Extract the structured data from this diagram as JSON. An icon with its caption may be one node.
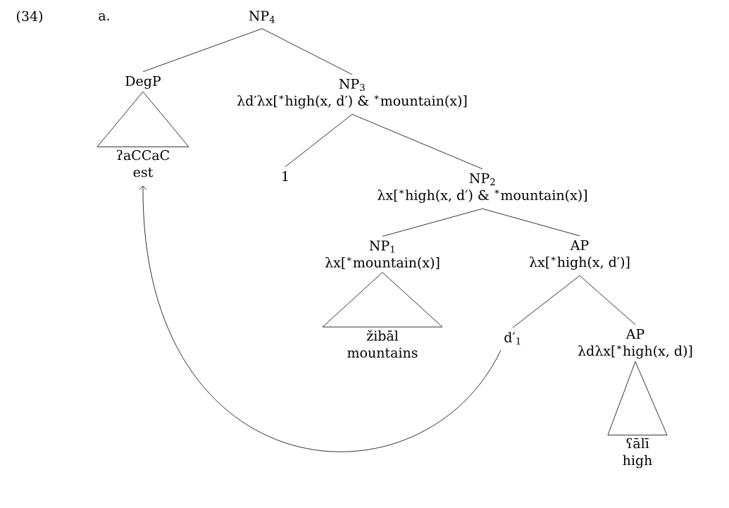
{
  "diagram": {
    "nodes": [
      {
        "text": [
          "NP$_{4}$"
        ]
      },
      {
        "text": [
          "DegP"
        ]
      },
      {
        "text": [
          "NP$_{3}$",
          "λd′λx[$^{∗}$high(x, d′) & $^{∗}$mountain(x)]"
        ]
      },
      {
        "text": [
          "ʔaCCaC",
          "est"
        ]
      },
      {
        "text": [
          "1"
        ]
      },
      {
        "text": [
          "NP$_{2}$",
          "λx[$^{∗}$high(x, d′) & $^{∗}$mountain(x)]"
        ]
      },
      {
        "text": [
          "NP$_{1}$",
          "λx[$^{∗}$mountain(x)]"
        ]
      },
      {
        "text": [
          "AP",
          "λx[$^{∗}$high(x, d′)]"
        ]
      },
      {
        "text": [
          "žibāl",
          "mountains"
        ]
      },
      {
        "text": [
          "d′$_{1}$"
        ]
      },
      {
        "text": [
          "AP",
          "λdλx[$^{∗}$high(x, d)]"
        ]
      },
      {
        "text": [
          "ʕālī",
          "high"
        ]
      }
    ],
    "edges": [
      {
        "from": 0,
        "to": 1,
        "arrow": "none"
      },
      {
        "from": 0,
        "to": 2,
        "arrow": "none"
      },
      {
        "from": 1,
        "to": 3,
        "arrow": "none"
      },
      {
        "from": 2,
        "to": 4,
        "arrow": "none"
      },
      {
        "from": 2,
        "to": 5,
        "arrow": "none"
      },
      {
        "from": 5,
        "to": 6,
        "arrow": "none"
      },
      {
        "from": 5,
        "to": 7,
        "arrow": "none"
      },
      {
        "from": 6,
        "to": 8,
        "arrow": "none"
      },
      {
        "from": 7,
        "to": 9,
        "arrow": "none"
      },
      {
        "from": 7,
        "to": 10,
        "arrow": "none"
      },
      {
        "from": 10,
        "to": 11,
        "arrow": "none"
      },
      {
        "from": 9,
        "to": 3,
        "arrow": "to"
      }
    ],
    "labels": [
      "(34)",
      "a."
    ]
  }
}
